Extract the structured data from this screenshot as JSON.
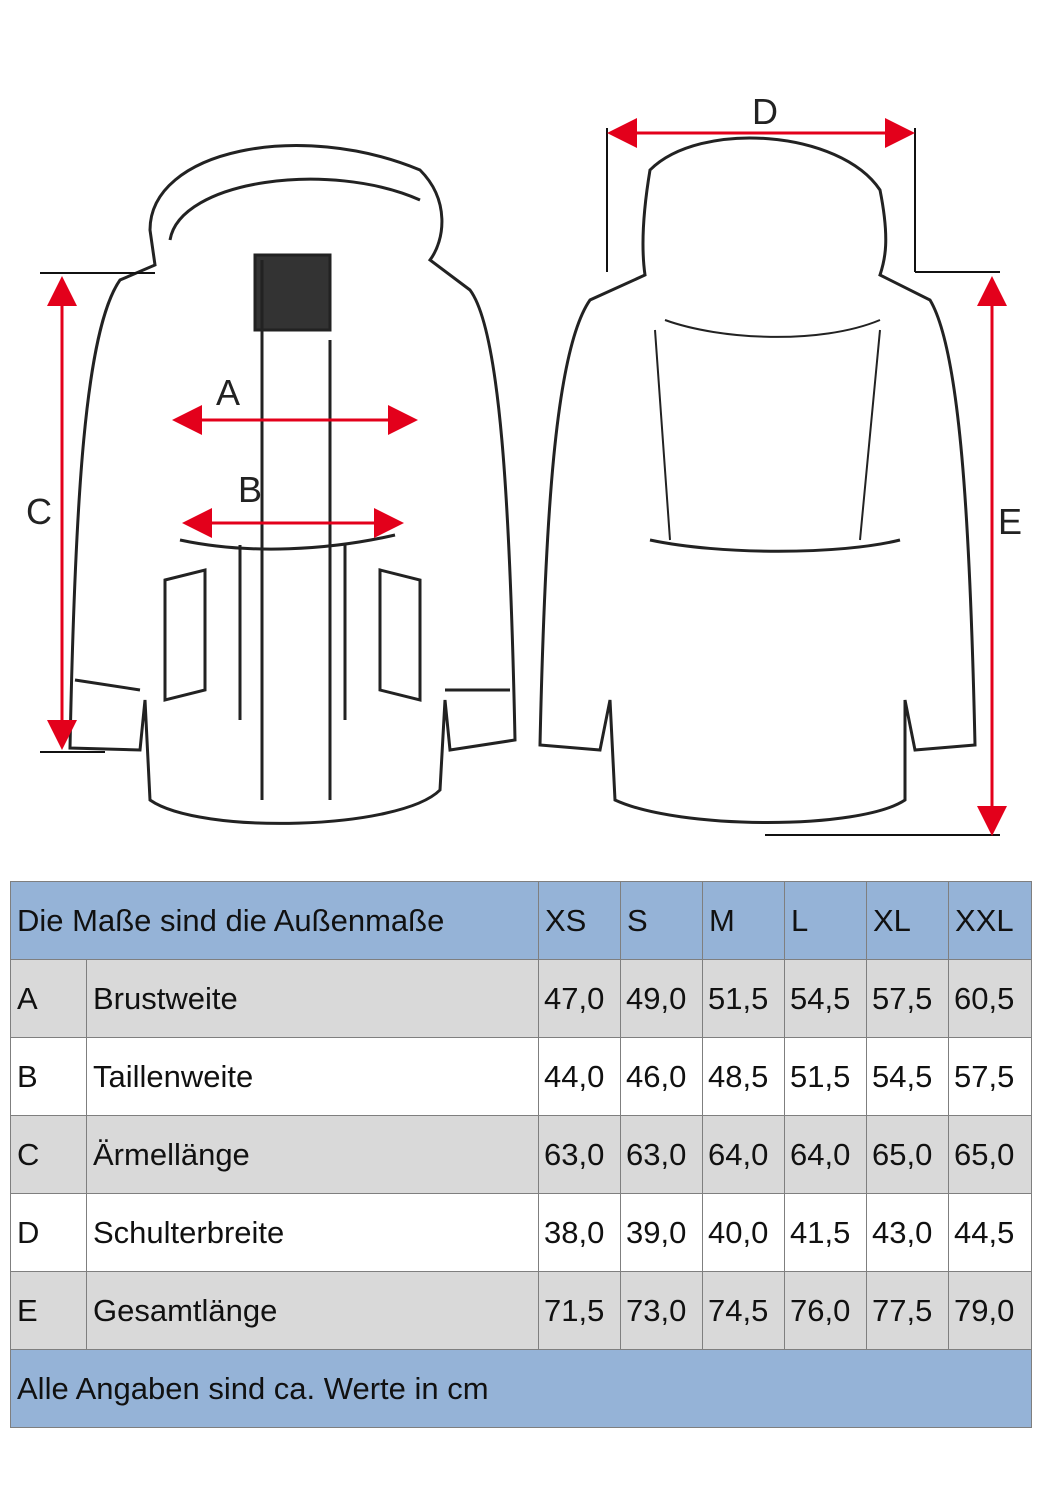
{
  "diagram": {
    "labels": {
      "A": "A",
      "B": "B",
      "C": "C",
      "D": "D",
      "E": "E"
    },
    "colors": {
      "arrow": "#e3001b",
      "outline": "#222222"
    }
  },
  "table": {
    "header_title": "Die Maße sind die Außenmaße",
    "sizes": [
      "XS",
      "S",
      "M",
      "L",
      "XL",
      "XXL"
    ],
    "rows": [
      {
        "key": "A",
        "label": "Brustweite",
        "values": [
          "47,0",
          "49,0",
          "51,5",
          "54,5",
          "57,5",
          "60,5"
        ]
      },
      {
        "key": "B",
        "label": "Taillenweite",
        "values": [
          "44,0",
          "46,0",
          "48,5",
          "51,5",
          "54,5",
          "57,5"
        ]
      },
      {
        "key": "C",
        "label": "Ärmellänge",
        "values": [
          "63,0",
          "63,0",
          "64,0",
          "64,0",
          "65,0",
          "65,0"
        ]
      },
      {
        "key": "D",
        "label": "Schulterbreite",
        "values": [
          "38,0",
          "39,0",
          "40,0",
          "41,5",
          "43,0",
          "44,5"
        ]
      },
      {
        "key": "E",
        "label": "Gesamtlänge",
        "values": [
          "71,5",
          "73,0",
          "74,5",
          "76,0",
          "77,5",
          "79,0"
        ]
      }
    ],
    "footer": "Alle Angaben sind ca. Werte in cm",
    "colors": {
      "header": "#95b3d7",
      "gray_row": "#d9d9d9"
    }
  }
}
